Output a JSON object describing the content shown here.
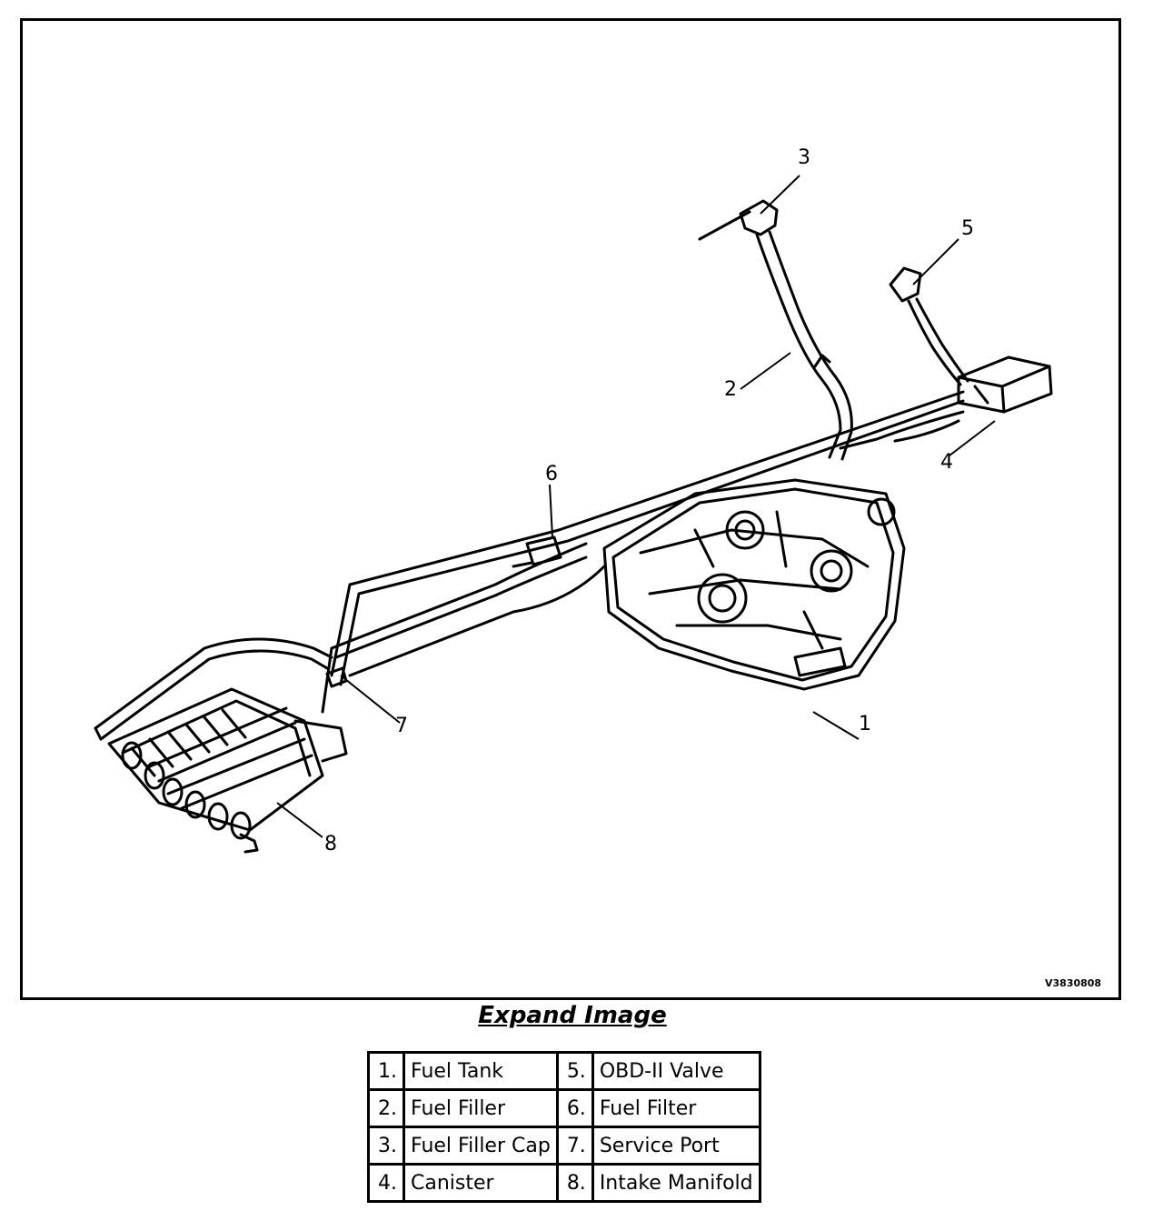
{
  "diagram": {
    "callouts": [
      "1",
      "2",
      "3",
      "4",
      "5",
      "6",
      "7",
      "8"
    ],
    "image_code": "V3830808"
  },
  "expand_link": "Expand Image",
  "legend": [
    {
      "num": "1.",
      "label": "Fuel Tank",
      "num2": "5.",
      "label2": "OBD-II Valve"
    },
    {
      "num": "2.",
      "label": "Fuel Filler",
      "num2": "6.",
      "label2": "Fuel Filter"
    },
    {
      "num": "3.",
      "label": "Fuel Filler Cap",
      "num2": "7.",
      "label2": "Service Port"
    },
    {
      "num": "4.",
      "label": "Canister",
      "num2": "8.",
      "label2": "Intake Manifold"
    }
  ]
}
